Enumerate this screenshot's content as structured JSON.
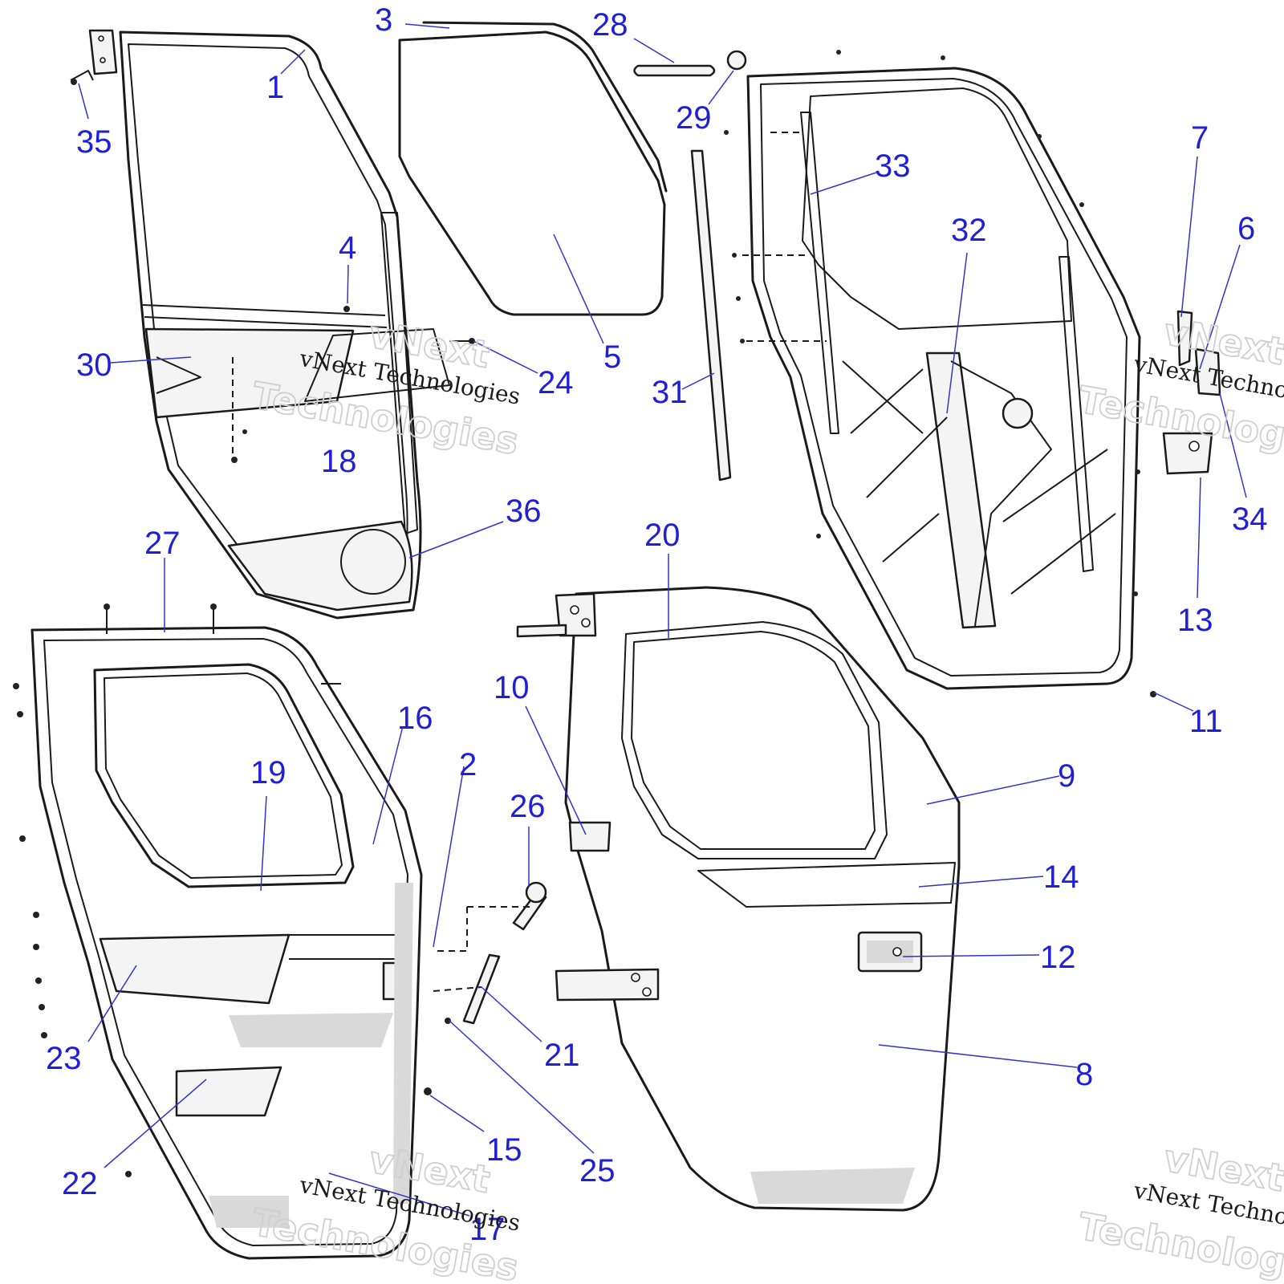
{
  "callouts": [
    {
      "id": "1",
      "label": "1"
    },
    {
      "id": "2",
      "label": "2"
    },
    {
      "id": "3",
      "label": "3"
    },
    {
      "id": "4",
      "label": "4"
    },
    {
      "id": "5",
      "label": "5"
    },
    {
      "id": "6",
      "label": "6"
    },
    {
      "id": "7",
      "label": "7"
    },
    {
      "id": "8",
      "label": "8"
    },
    {
      "id": "9",
      "label": "9"
    },
    {
      "id": "10",
      "label": "10"
    },
    {
      "id": "11",
      "label": "11"
    },
    {
      "id": "12",
      "label": "12"
    },
    {
      "id": "13",
      "label": "13"
    },
    {
      "id": "14",
      "label": "14"
    },
    {
      "id": "15",
      "label": "15"
    },
    {
      "id": "16",
      "label": "16"
    },
    {
      "id": "17",
      "label": "17"
    },
    {
      "id": "18",
      "label": "18"
    },
    {
      "id": "19",
      "label": "19"
    },
    {
      "id": "20",
      "label": "20"
    },
    {
      "id": "21",
      "label": "21"
    },
    {
      "id": "22",
      "label": "22"
    },
    {
      "id": "23",
      "label": "23"
    },
    {
      "id": "24",
      "label": "24"
    },
    {
      "id": "25",
      "label": "25"
    },
    {
      "id": "26",
      "label": "26"
    },
    {
      "id": "27",
      "label": "27"
    },
    {
      "id": "28",
      "label": "28"
    },
    {
      "id": "29",
      "label": "29"
    },
    {
      "id": "30",
      "label": "30"
    },
    {
      "id": "31",
      "label": "31"
    },
    {
      "id": "32",
      "label": "32"
    },
    {
      "id": "33",
      "label": "33"
    },
    {
      "id": "34",
      "label": "34"
    },
    {
      "id": "35",
      "label": "35"
    },
    {
      "id": "36",
      "label": "36"
    }
  ],
  "watermark": {
    "line1": "vNext Technologies",
    "line2a": "vNext",
    "line2b": "Technologies"
  },
  "colors": {
    "callout": "#1f1fd6",
    "leader": "#3333cc",
    "line": "#1a1a1a"
  }
}
